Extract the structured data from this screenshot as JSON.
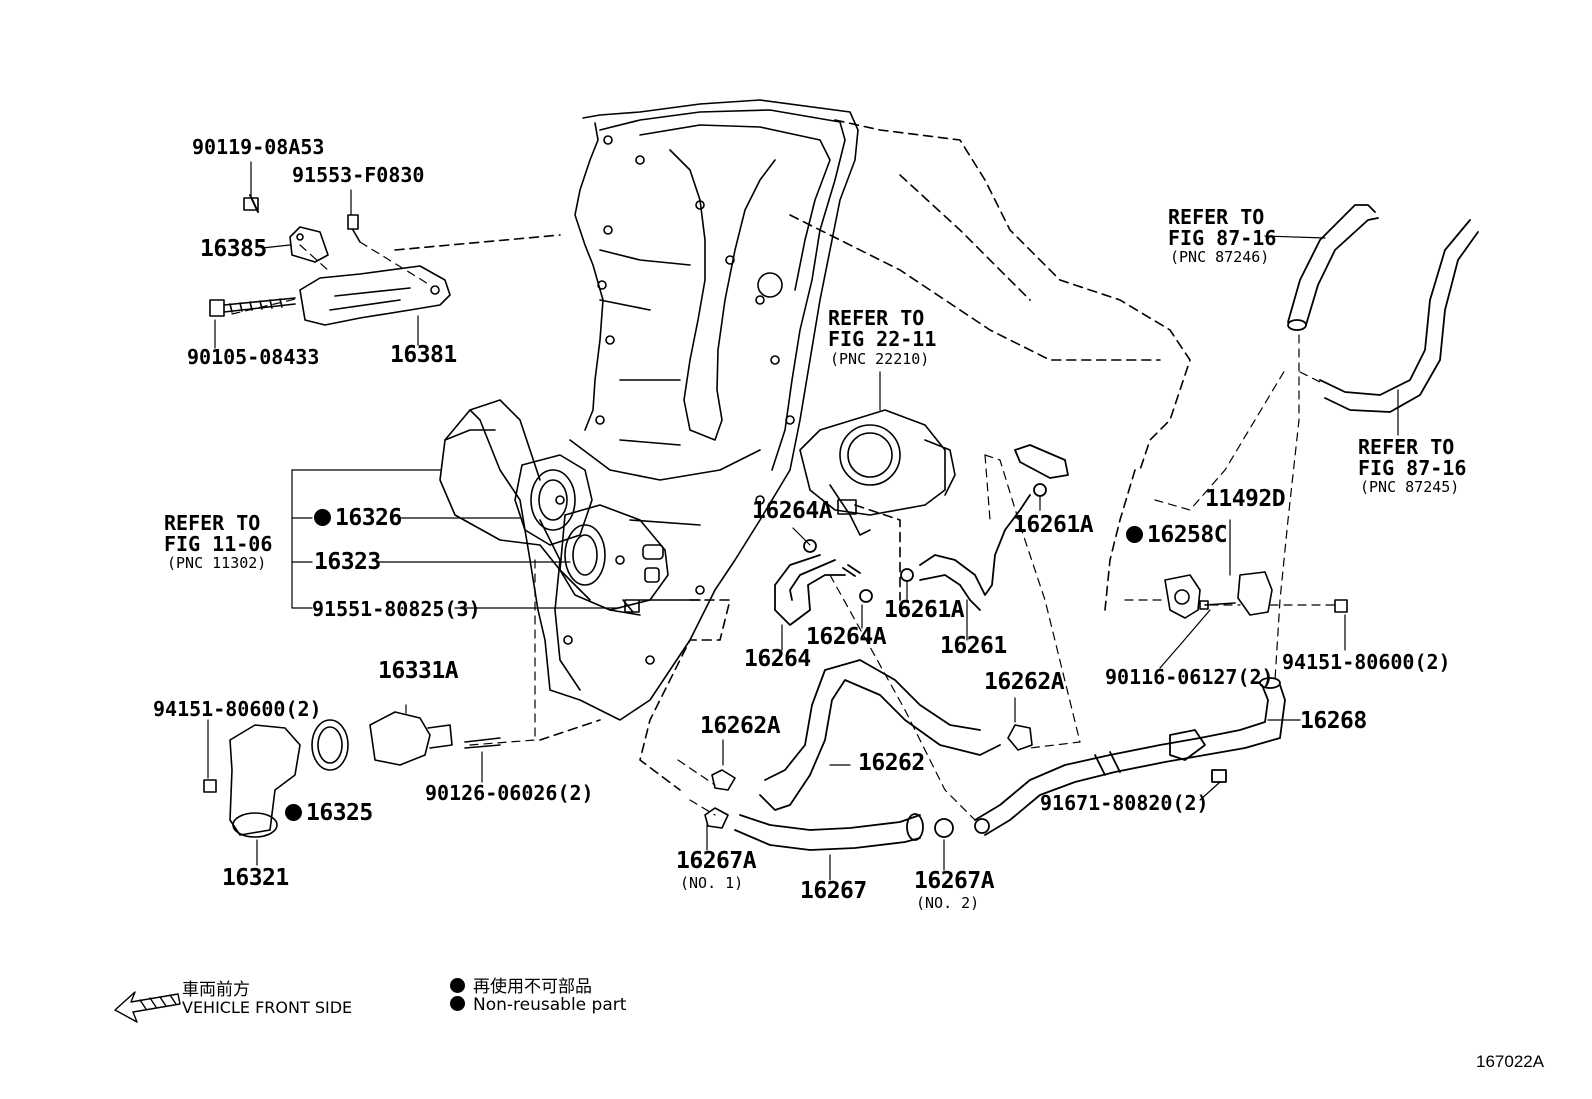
{
  "parts": {
    "p90119": "90119-08A53",
    "p91553": "91553-F0830",
    "p16385": "16385",
    "p90105": "90105-08433",
    "p16381": "16381",
    "p16326": "16326",
    "p16323": "16323",
    "p91551": "91551-80825(3)",
    "p16264A_top": "16264A",
    "p16264": "16264",
    "p16264A_mid": "16264A",
    "p16261A_top": "16261A",
    "p16261A_mid": "16261A",
    "p16261": "16261",
    "p16258C": "16258C",
    "p11492D": "11492D",
    "p90116": "90116-06127(2)",
    "p94151_right": "94151-80600(2)",
    "p16268": "16268",
    "p91671": "91671-80820(2)",
    "p16262A_right": "16262A",
    "p16262A_left": "16262A",
    "p16262": "16262",
    "p16267A_1": "16267A",
    "p16267A_1_sub": "(NO. 1)",
    "p16267": "16267",
    "p16267A_2": "16267A",
    "p16267A_2_sub": "(NO. 2)",
    "p94151_left": "94151-80600(2)",
    "p16331A": "16331A",
    "p16325": "16325",
    "p90126": "90126-06026(2)",
    "p16321": "16321"
  },
  "refs": {
    "fig11": {
      "l1": "REFER TO",
      "l2": "FIG 11-06",
      "l3": "(PNC 11302)"
    },
    "fig22": {
      "l1": "REFER TO",
      "l2": "FIG 22-11",
      "l3": "(PNC 22210)"
    },
    "fig87a": {
      "l1": "REFER TO",
      "l2": "FIG 87-16",
      "l3": "(PNC 87246)"
    },
    "fig87b": {
      "l1": "REFER TO",
      "l2": "FIG 87-16",
      "l3": "(PNC 87245)"
    }
  },
  "legend": {
    "front_jp": "車両前方",
    "front_en": "VEHICLE FRONT SIDE",
    "nonreuse_jp": "再使用不可部品",
    "nonreuse_en": "Non-reusable part"
  },
  "figure_id": "167022A"
}
